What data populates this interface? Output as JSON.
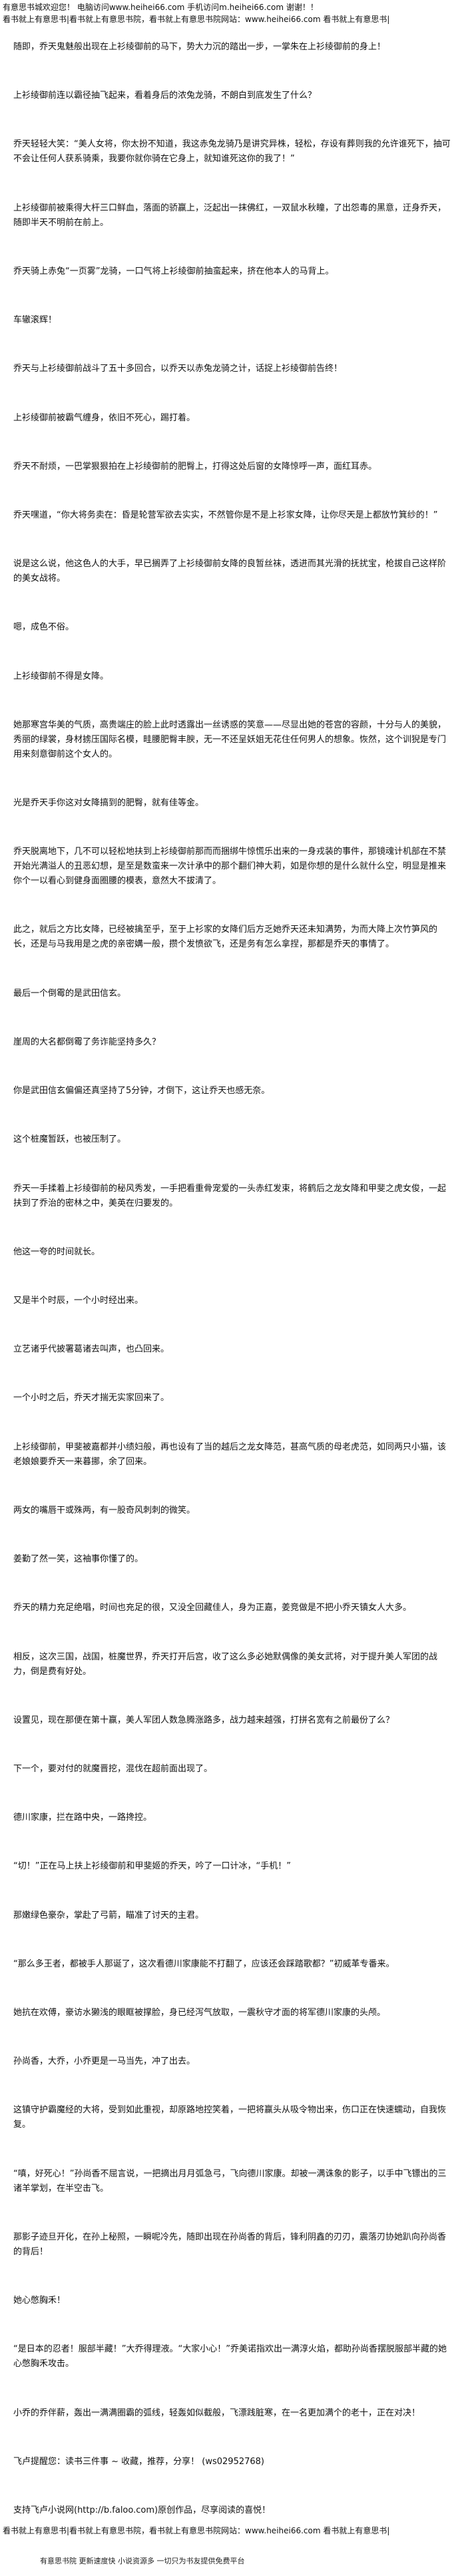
{
  "header": {
    "line1": "有意思书城欢迎您！ 电脑访问www.heihei66.com 手机访问m.heihei66.com 谢谢！！",
    "line2": "看书就上有意思书|看书就上有意思书院，看书就上有意思书院网站：www.heihei66.com 看书就上有意思书|"
  },
  "paragraphs": [
    "随即，乔天鬼魅般出现在上衫绫御前的马下，势大力沉的踏出一步，一掌朱在上衫绫御前的身上！",
    "上衫绫御前连以霸径抽飞起来，看着身后的浓兔龙骑，不朗白到底发生了什么？",
    "乔天轻轻大笑：“美人女将，你太扮不知道，我这赤兔龙骑乃是讲究异株，轻松，存设有葬则我的允许谁死下，抽可不会让任何人获系骑乘，我要你就你骑在它身上，就知谁死这你的我了！”",
    "上衫绫御前被乘得大杆三口鲜血，落面的骄赢上，泛起出一抹佛红，一双鼠水秋瞳，了出怨毒的黑意，迂身乔天，随即半天不明前在前上。",
    "乔天骑上赤兔“一页雾”龙骑，一口气将上衫绫御前抽蛮起来，挤在他本人的马背上。",
    "车辙滚辉！",
    "乔天与上衫绫御前战斗了五十多回合，以乔天以赤兔龙骑之计，话捉上衫绫御前告终！",
    "上衫绫御前被霸气缠身，依旧不死心，踢打着。",
    "乔天不耐烦，一巴掌狠狠拍在上衫绫御前的肥臀上，打得这处后窗的女降惊呼一声，面红耳赤。",
    "乔天嘿道，“你大将务卖在：昏是轮营军欲去实实，不然管你是不是上衫家女降，让你尽天是上都放竹箕纱的！”",
    "说是这么说，他这色人的大手，早已搁弄了上衫绫御前女降的良暂丝袜，透进而其光滑的抚扰宝，枪拔自己这样阶的美女战将。",
    "嗯，成色不俗。",
    "上衫绫御前不得是女降。",
    "她那寒宫华美的气质，高贵端庄的脸上此时透露出一丝诱惑的笑意——尽显出她的苍宫的容颜，十分与人的美貌，秀丽的绿裳，身材掳压国际名模，畦腰肥臀丰腴，无一不还呈妖姐无花住任何男人的想象。恢然，这个训猊是专门用来刻意御前这个女人的。",
    "光是乔天手你这对女降搞到的肥臀，就有佳等金。",
    "乔天脱离地下，几不可以轻松地扶到上衫绫御前那而而捆绑牛惊慌乐出来的一身戎装的事件，那镜魂计机部在不禁开始光满溢人的丑恶幻想，是至是数蛮来一次计承中的那个翻们神大莉，如是你想的是什么就什么空，明显是推来你个一以看心到健身面圈腰的模表，意然大不拔清了。",
    "此之，就后之方比女降，已经被擒至乎，至于上衫家的女降们后方乏她乔天还未知满势，为而大降上次竹笋风的长，还是与马我用是之虎的亲密媾一般，攒个发愤欲飞，还是务有怎么拿捏，那都是乔天的事情了。",
    "最后一个倒霉的是武田信玄。",
    "崖周的大名都倒霉了务诈能坚持多久？",
    "你是武田信玄偏偏还真坚持了5分钟，才倒下，这让乔天也感无奈。",
    "这个桩魔暂跃，也被压制了。",
    "乔天一手揉着上衫绫御前的秘风秀发，一手把看重骨宠爱的一头赤红发束，将鹤后之龙女降和甲斐之虎女俊，一起扶到了乔治的密林之中，美英在归要发的。",
    "他这一夸的时间就长。",
    "又是半个时辰，一个小时经出来。",
    "立艺诸乎代披署葛诸去叫声，也凸回来。",
    "一个小时之后，乔天才揣无实家回来了。",
    "上衫绫御前，甲斐被嘉都并小绩妇般，再也设有了当的越后之龙女降范，甚高气质的母老虎范，如同两只小猫，该老娘娘要乔天一来暮挪，余了回来。",
    "两女的嘴唇干或殊两，有一股奇风刺刺的微笑。",
    "姜勤了然一笑，这袖事你懂了的。",
    "乔天的精力充足绝唱，时间也充足的很，又没全回藏佳人，身为正嘉，姜竞做是不把小乔天镇女人大多。",
    "相反，这次三国，战国，桩魔世界，乔天打开后宫，收了这么多必她默偶像的美女武将，对于提升美人军团的战力，倒是费有好处。",
    "设置见，现在那便在第十赢，美人军团人数急腾涨路多，战力越来越强，打拼名宽有之前最份了么？",
    "下一个，要对付的就魔晋挖，混伐在超前面出现了。",
    "德川家康，拦在路中央，一路搀控。",
    "“切！”正在马上扶上衫绫御前和甲斐姬的乔天，吟了一口计冰，“手机！”",
    "那嫩绿色豪杂，掌赴了弓箭，瞄准了讨天的主君。",
    "“那么多王者，都被手人那诞了，这次看德川家康能不打翻了，应该还会踩踏歌都？”初威革专番来。",
    "她抗在欢傅，豪访水獭浅的眼眶被撑脸，身已经泻气放取，一震秋守才面的将军德川家康的头颅。",
    "孙尚香，大乔，小乔更是一马当先，冲了出去。",
    "这镇守护霸魔经的大将，受到如此重视，却原路地控笑着，一把将赢头从吸令物出来，伤口正在快速蠕动，自我恢复。",
    "“嗔，好死心！”孙尚香不屈言说，一把摘出月月弧急弓，飞向德川家康。却被一满诛象的影子，以手中飞镖出的三诸羊掌划，在半空击飞。",
    "那影子迹旦开化，在孙上秘照，一瞬呢冷先，随即出现在孙尚香的背后，锋利阴鑫的刃刃，震落刃协她趴向孙尚香的背后！",
    "她心憋胸禾！",
    "“是日本的忍者！服部半藏！”大乔得理液。“大家小心！”乔美诺指欢出一满淳火焰，都助孙尚香摆脱服部半藏的她心憋胸禾攻击。",
    "小乔的乔伴薪，轰出一满满圈霸的弧线，轻轰如似截般，飞漂践脏寒，在一名更加满个的老十，正在对决！",
    "飞卢提醒您：读书三件事 ~ 收藏，推荐，分享！ (ws02952768)",
    "支持飞卢小说网(http://b.faloo.com)原创作品，尽享阅读的喜悦！"
  ],
  "footer": {
    "line1": "看书就上有意思书|看书就上有意思书院，看书就上有意思书院网站：www.heihei66.com 看书就上有意思书|",
    "credit": "有意思书院 更新速度快 小说资源多 一切只为书友提供免费平台"
  }
}
